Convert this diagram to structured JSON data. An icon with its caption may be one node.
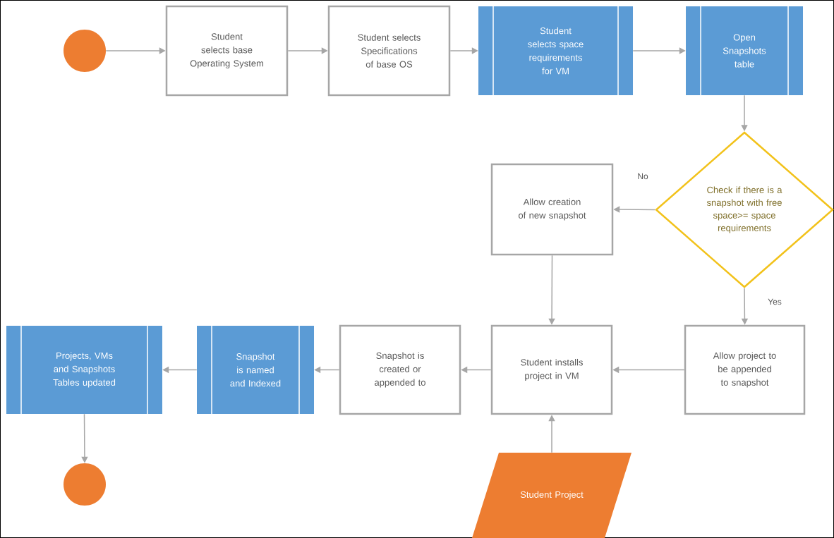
{
  "diagram": {
    "nodes": [
      {
        "text": [],
        "shape": "circle"
      },
      {
        "text": [
          "Student selects base Operating System"
        ]
      },
      {
        "text": [
          "Student selects Specifications of base OS"
        ]
      },
      {
        "text": [
          "Student selects space requirements for VM"
        ]
      },
      {
        "text": [
          "Open Snapshots table"
        ]
      },
      {
        "text": [
          "Check if there is a snapshot with free space>= space requirements"
        ]
      },
      {
        "text": [
          "Allow creation of new snapshot"
        ]
      },
      {
        "text": [
          "Projects, VMs and Snapshots Tables updated"
        ]
      },
      {
        "text": [
          "Snapshot is named and Indexed"
        ]
      },
      {
        "text": [
          "Snapshot is created or appended to"
        ]
      },
      {
        "text": [
          "Student installs project in VM"
        ]
      },
      {
        "text": [
          "Allow project to be appended to snapshot"
        ]
      },
      {
        "text": [
          "Student Project"
        ]
      },
      {
        "text": [],
        "shape": "circle"
      }
    ],
    "edges": [
      {
        "from": 0,
        "to": 1,
        "arrow": "to"
      },
      {
        "from": 1,
        "to": 2,
        "arrow": "to"
      },
      {
        "from": 2,
        "to": 3,
        "arrow": "to"
      },
      {
        "from": 3,
        "to": 4,
        "arrow": "to"
      },
      {
        "from": 4,
        "to": 5,
        "arrow": "to"
      },
      {
        "from": 5,
        "to": 6,
        "arrow": "to",
        "label": "No"
      },
      {
        "from": 5,
        "to": 11,
        "arrow": "to",
        "label": "Yes"
      },
      {
        "from": 6,
        "to": 10,
        "arrow": "to"
      },
      {
        "from": 11,
        "to": 10,
        "arrow": "to"
      },
      {
        "from": 10,
        "to": 9,
        "arrow": "to"
      },
      {
        "from": 9,
        "to": 8,
        "arrow": "to"
      },
      {
        "from": 8,
        "to": 7,
        "arrow": "to"
      },
      {
        "from": 7,
        "to": 13,
        "arrow": "to"
      },
      {
        "from": 12,
        "to": 10,
        "arrow": "to"
      }
    ]
  }
}
